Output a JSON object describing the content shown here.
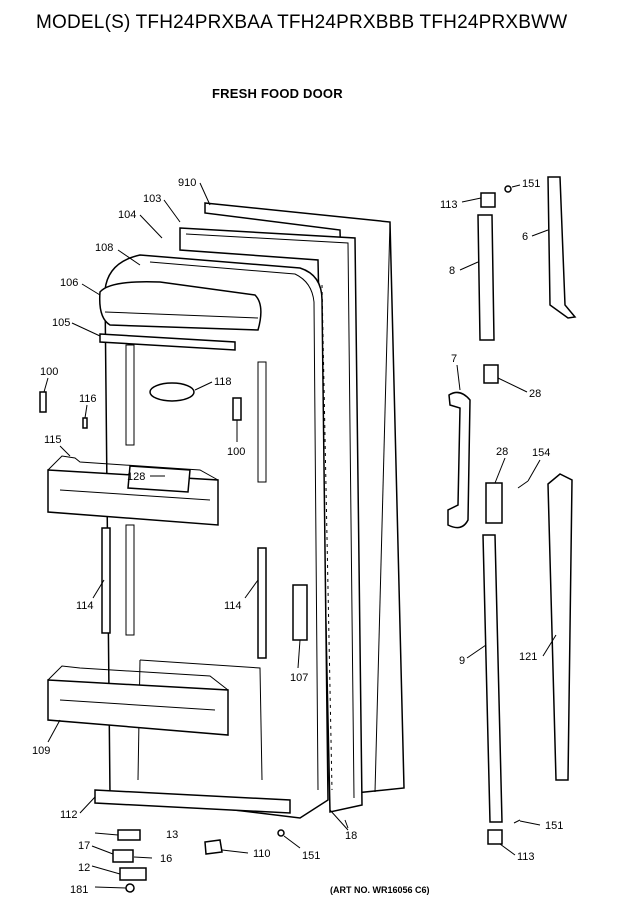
{
  "header": {
    "model_title": "MODEL(S) TFH24PRXBAA  TFH24PRXBBB  TFH24PRXBWW",
    "section_title": "FRESH FOOD DOOR"
  },
  "footer": {
    "art_no": "(ART NO. WR16056 C6)"
  },
  "parts": {
    "p910": "910",
    "p103": "103",
    "p104": "104",
    "p108": "108",
    "p106": "106",
    "p105": "105",
    "p100a": "100",
    "p116": "116",
    "p118": "118",
    "p100b": "100",
    "p115": "115",
    "p128": "128",
    "p114a": "114",
    "p114b": "114",
    "p107": "107",
    "p109": "109",
    "p112": "112",
    "p13": "13",
    "p17": "17",
    "p16": "16",
    "p12": "12",
    "p181": "181",
    "p110": "110",
    "p151a": "151",
    "p18": "18",
    "p113a": "113",
    "p151b": "151",
    "p6": "6",
    "p8": "8",
    "p7": "7",
    "p28a": "28",
    "p28b": "28",
    "p154": "154",
    "p9": "9",
    "p121": "121",
    "p151c": "151",
    "p113b": "113"
  }
}
